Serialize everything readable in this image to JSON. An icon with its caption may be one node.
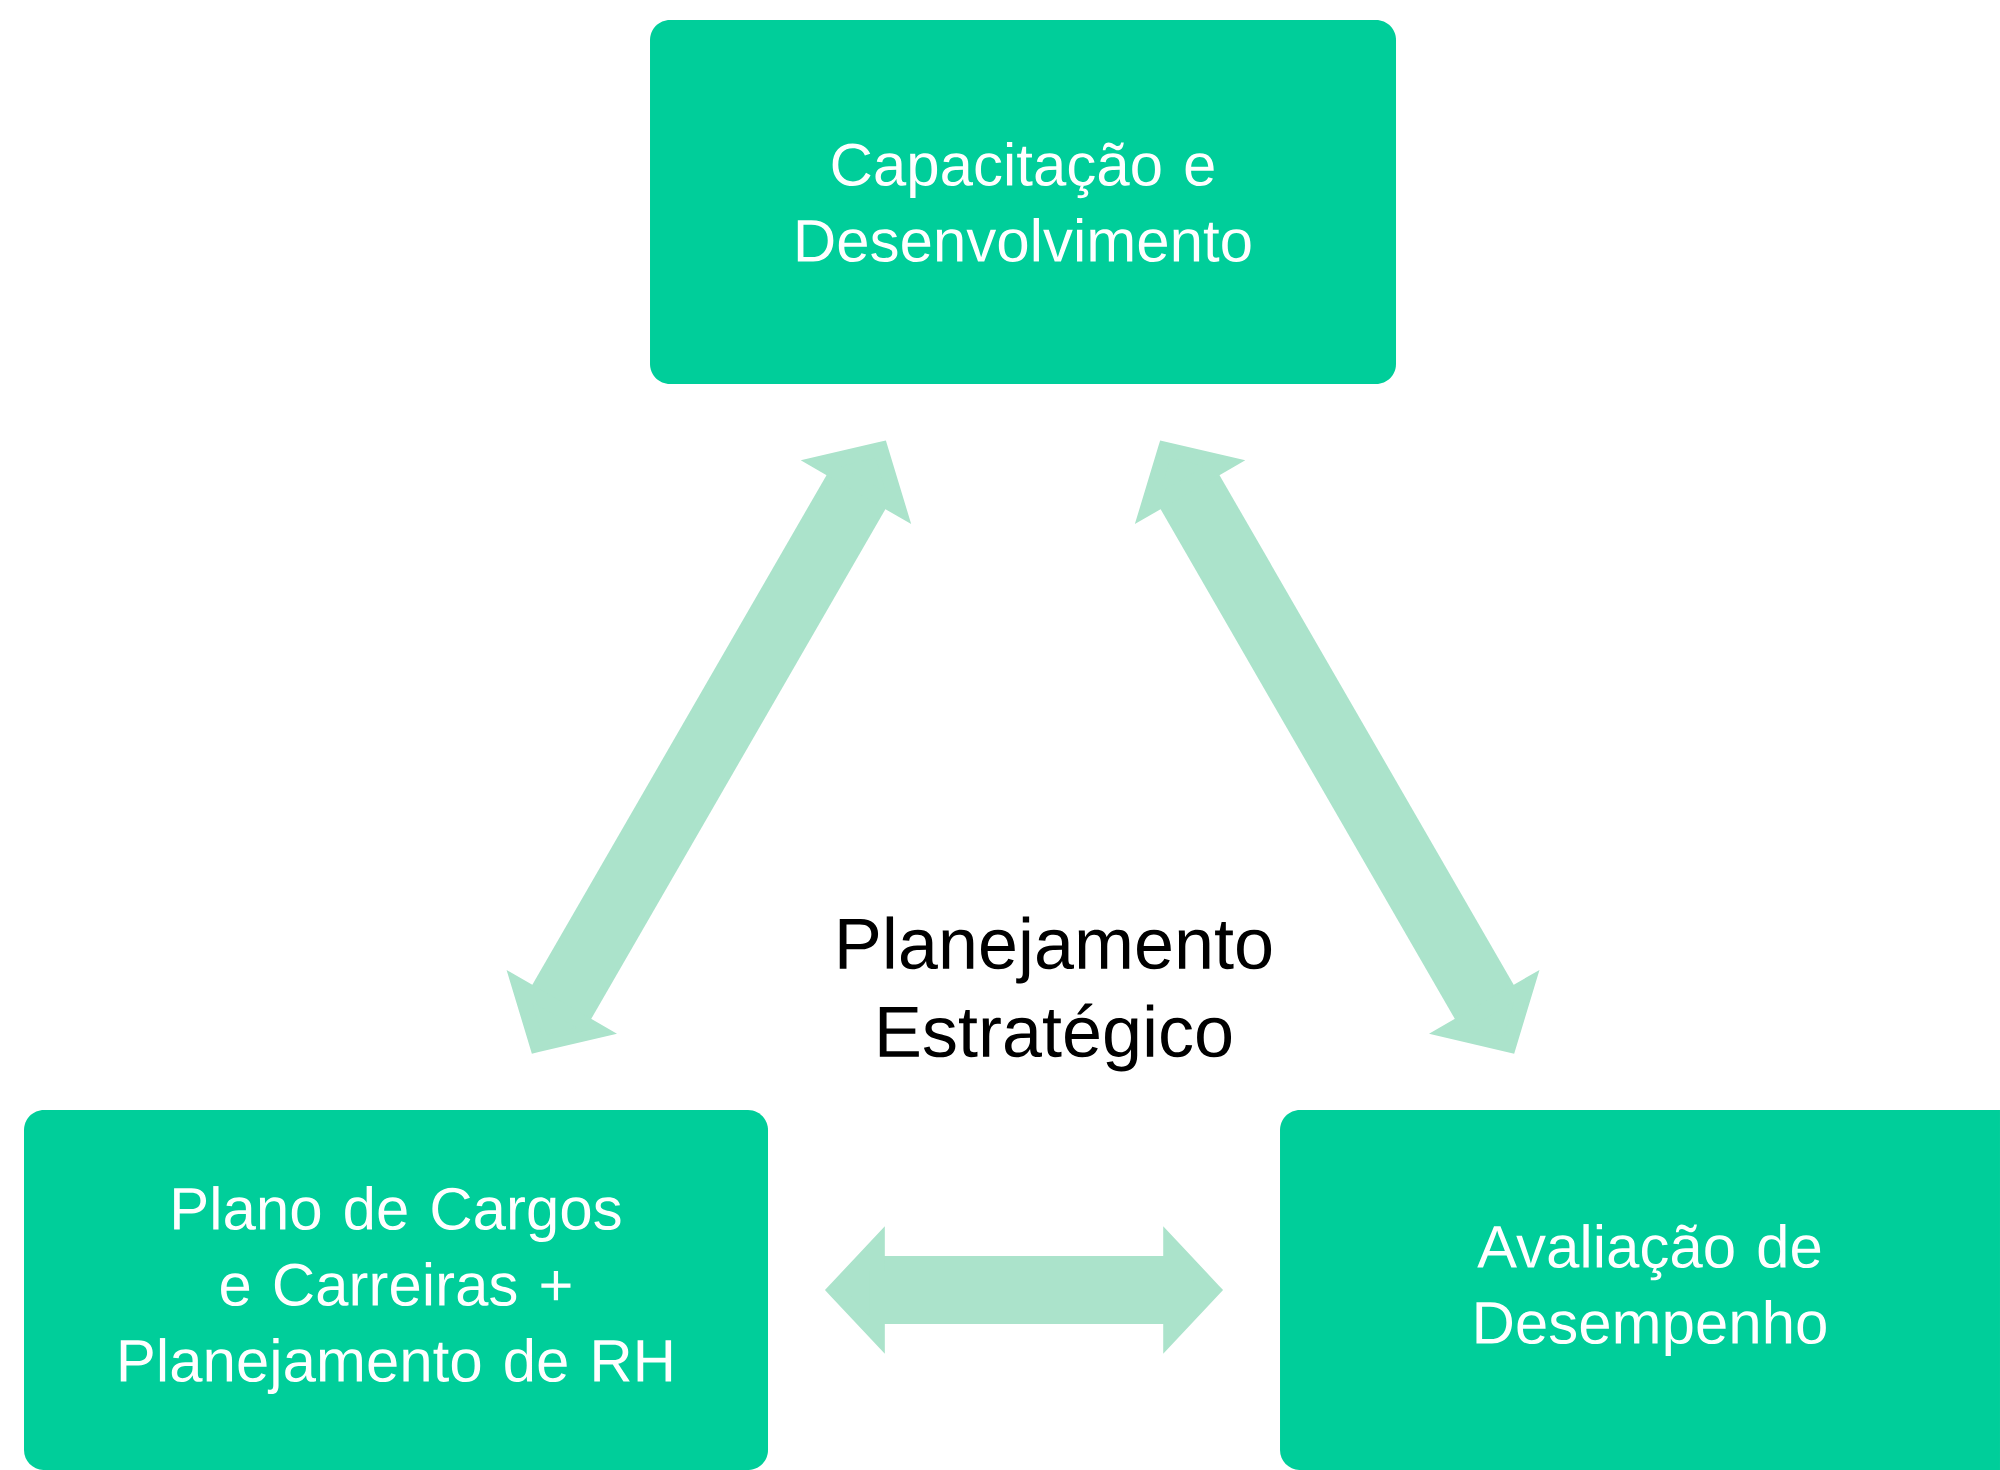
{
  "diagram": {
    "nodes": [
      {
        "text": [
          "Capacitação e Desenvolvimento"
        ]
      },
      {
        "text": [
          "Plano de Cargos e Carreiras + Planejamento de RH"
        ]
      },
      {
        "text": [
          "Avaliação de Desempenho"
        ]
      }
    ],
    "edges": [
      {
        "from": 0,
        "to": 1,
        "arrow": "both"
      },
      {
        "from": 0,
        "to": 2,
        "arrow": "both"
      },
      {
        "from": 1,
        "to": 2,
        "arrow": "both"
      }
    ],
    "labels": [
      "Planejamento Estratégico"
    ]
  }
}
